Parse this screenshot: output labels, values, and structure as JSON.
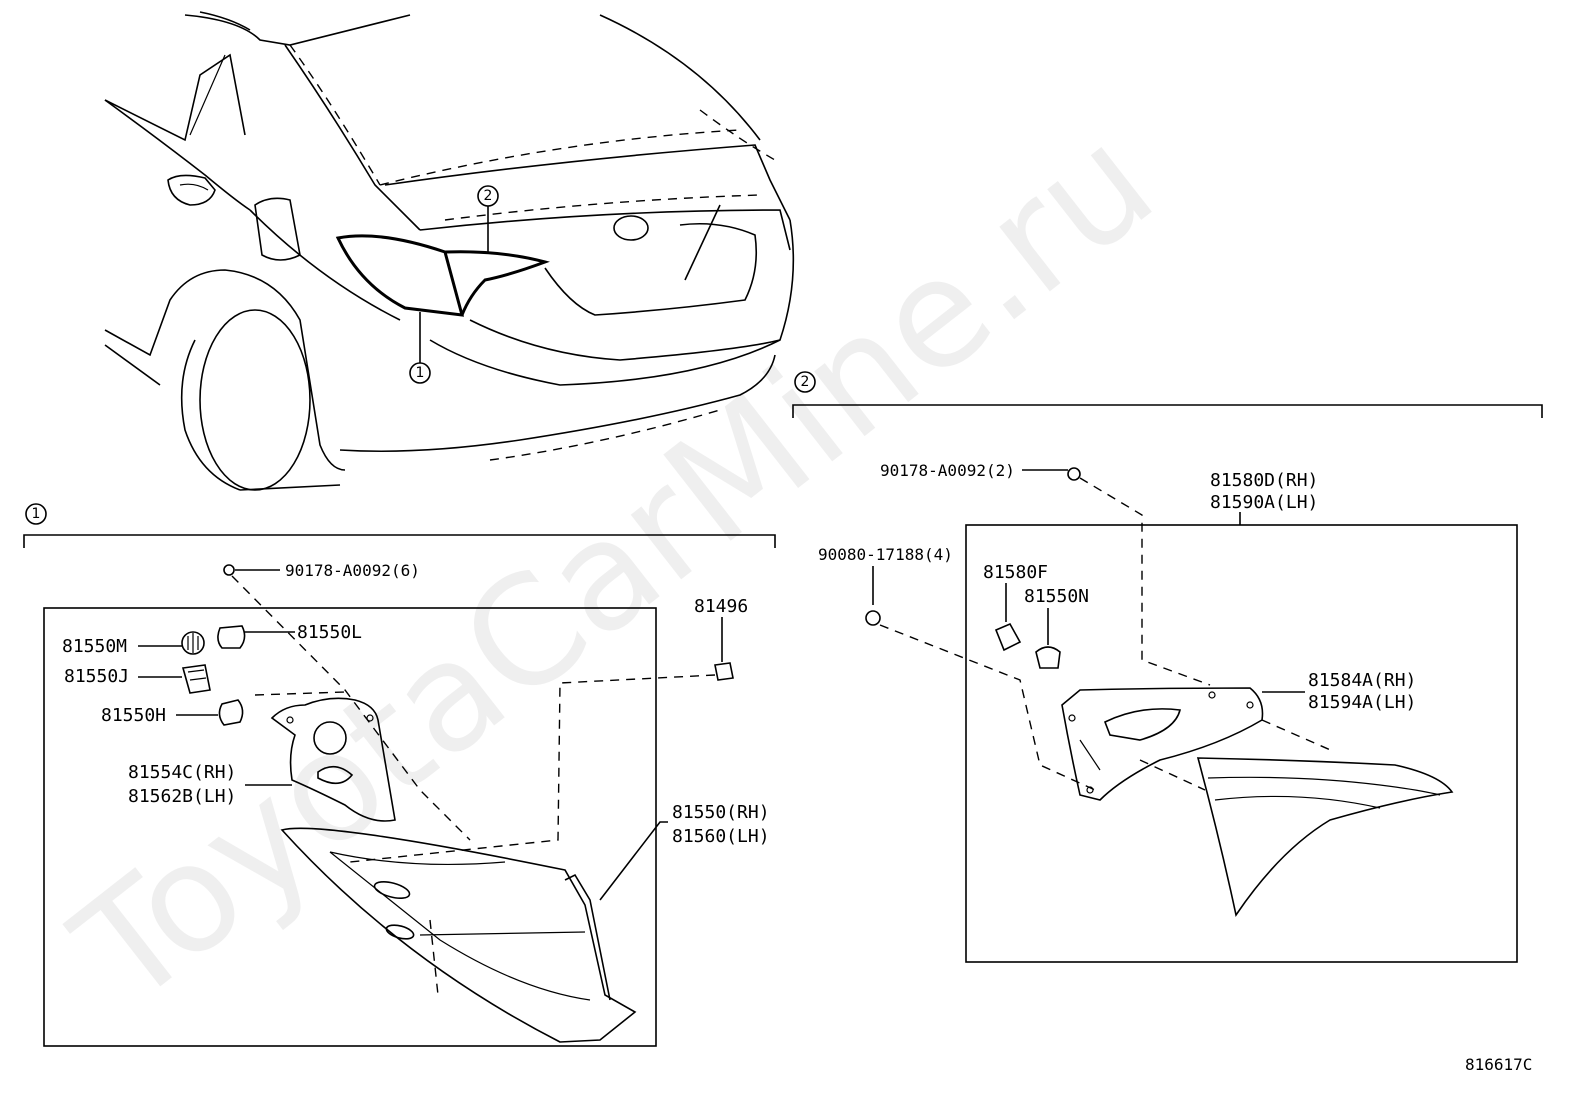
{
  "watermark": "ToyotaCarMine.ru",
  "figure_id": "816617C",
  "callouts": {
    "c1": "1",
    "c2": "2"
  },
  "labels": {
    "screw_6": "90178-A0092(6)",
    "p81550L": "81550L",
    "p81550M": "81550M",
    "p81550J": "81550J",
    "p81550H": "81550H",
    "p81554C": "81554C(RH)",
    "p81562B": "81562B(LH)",
    "p81496": "81496",
    "p81550RH": "81550(RH)",
    "p81560LH": "81560(LH)",
    "screw_2": "90178-A0092(2)",
    "p81580D": "81580D(RH)",
    "p81590A": "81590A(LH)",
    "nut_4": "90080-17188(4)",
    "p81580F": "81580F",
    "p81550N": "81550N",
    "p81584A": "81584A(RH)",
    "p81594A": "81594A(LH)"
  }
}
